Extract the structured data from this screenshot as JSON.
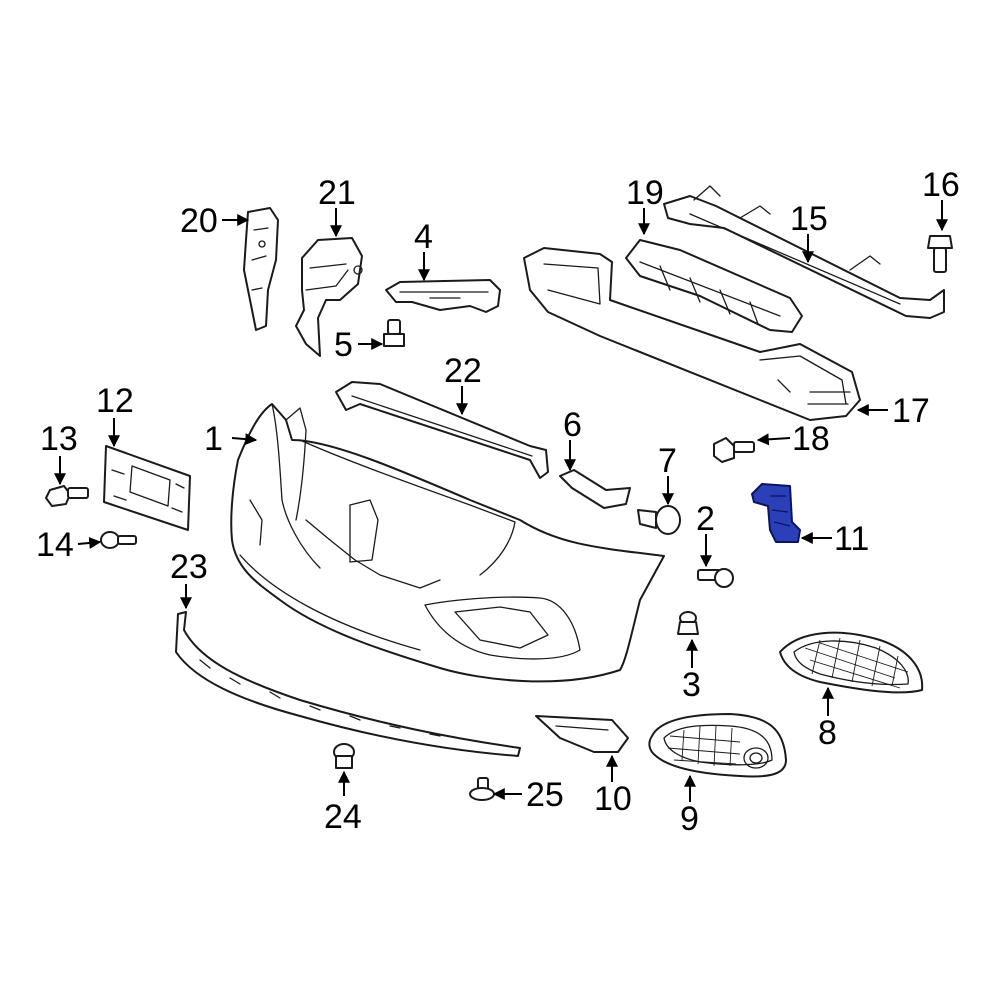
{
  "colors": {
    "line": "#1a1a1a",
    "highlight": "#2a3fb8",
    "background": "#ffffff"
  },
  "highlighted_part": "11",
  "callouts": {
    "c1": "1",
    "c2": "2",
    "c3": "3",
    "c4": "4",
    "c5": "5",
    "c6": "6",
    "c7": "7",
    "c8": "8",
    "c9": "9",
    "c10": "10",
    "c11": "11",
    "c12": "12",
    "c13": "13",
    "c14": "14",
    "c15": "15",
    "c16": "16",
    "c17": "17",
    "c18": "18",
    "c19": "19",
    "c20": "20",
    "c21": "21",
    "c22": "22",
    "c23": "23",
    "c24": "24",
    "c25": "25"
  }
}
